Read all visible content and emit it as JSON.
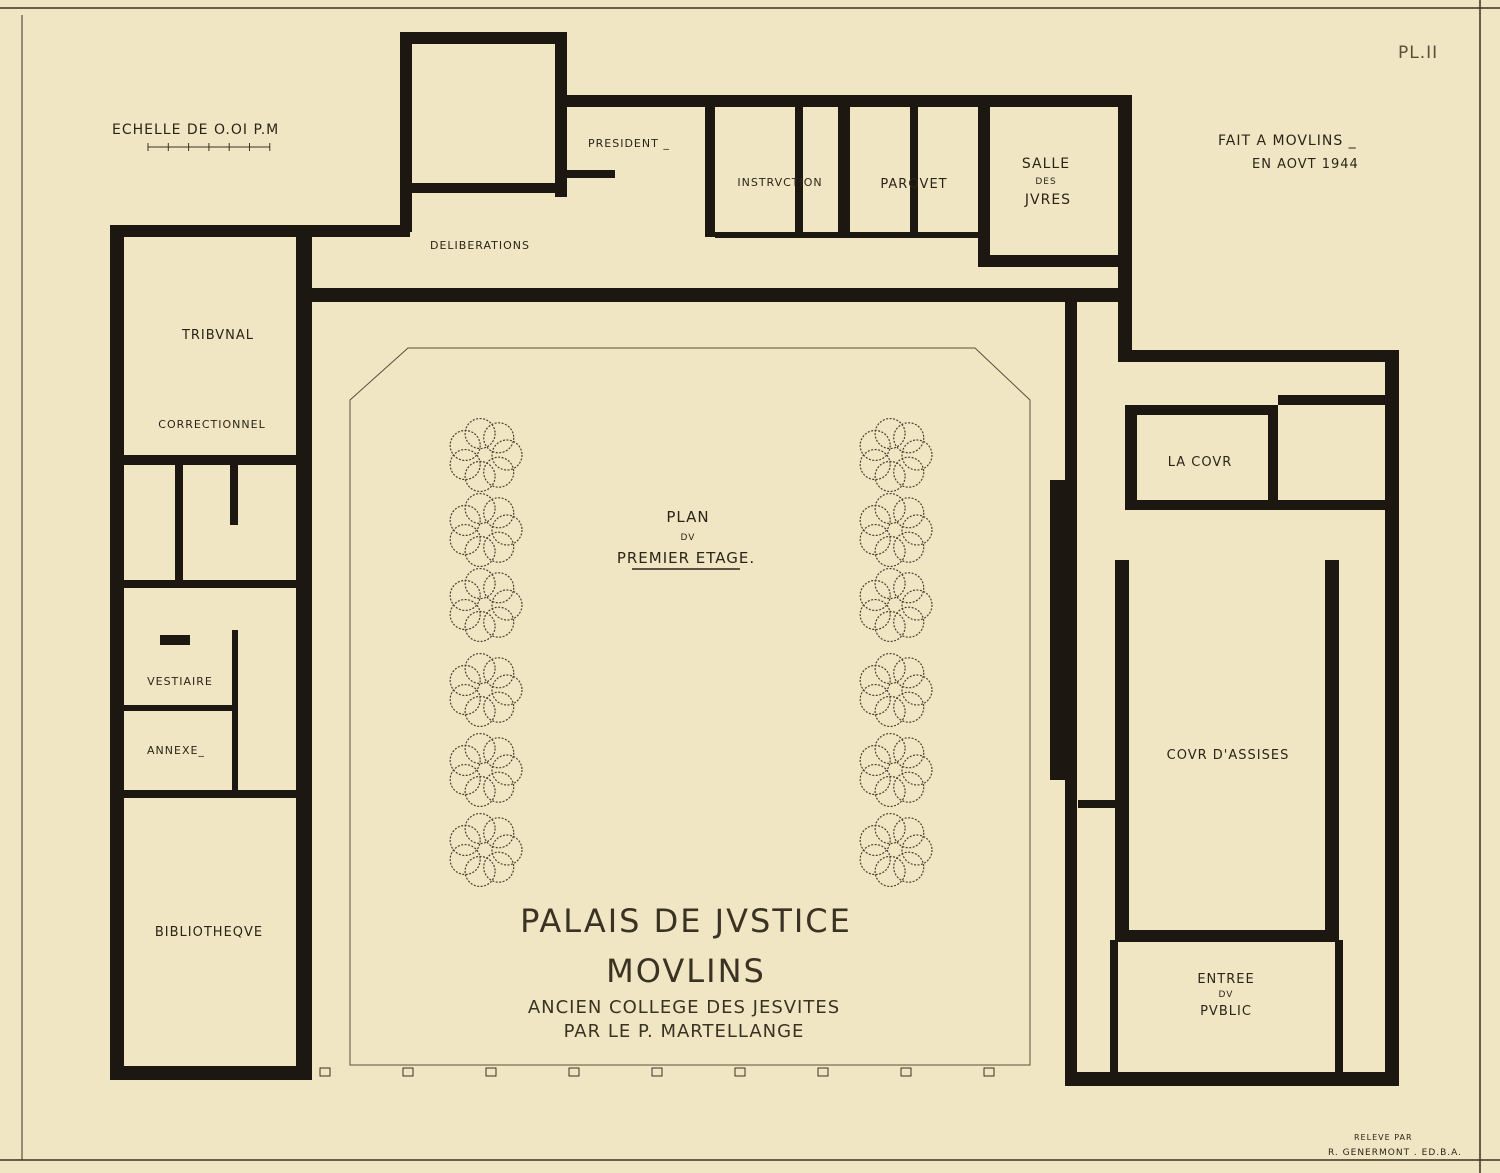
{
  "sheet": {
    "plate": "PL.II",
    "scale_label": "ECHELLE DE O.OI P.M",
    "place": "FAIT A MOVLINS _",
    "date": "EN AOVT 1944",
    "surveyed_by": "RELEVE PAR",
    "author": "R. GENERMONT . ED.B.A."
  },
  "title": {
    "line1": "PALAIS DE JVSTICE",
    "line2": "MOVLINS",
    "line3": "ANCIEN COLLEGE DES JESVITES",
    "line4": "PAR LE P. MARTELLANGE"
  },
  "plan_label": {
    "line1": "PLAN",
    "line2": "DV",
    "line3": "PREMIER ETAGE."
  },
  "rooms": {
    "president": "PRESIDENT _",
    "instruction": "INSTRVCTION",
    "parquet": "PARQVET",
    "salle": "SALLE",
    "des": "DES",
    "jures": "JVRES",
    "deliberations": "DELIBERATIONS",
    "tribunal": "TRIBVNAL",
    "correctionnel": "CORRECTIONNEL",
    "vestiaire": "VESTIAIRE",
    "annexe": "ANNEXE_",
    "bibliotheque": "BIBLIOTHEQVE",
    "la_cour": "LA COVR",
    "cour_assises": "COVR D'ASSISES",
    "entree": "ENTREE",
    "du": "DV",
    "public": "PVBLIC"
  },
  "colors": {
    "paper": "#f1e6c4",
    "ink": "#1c1710"
  }
}
